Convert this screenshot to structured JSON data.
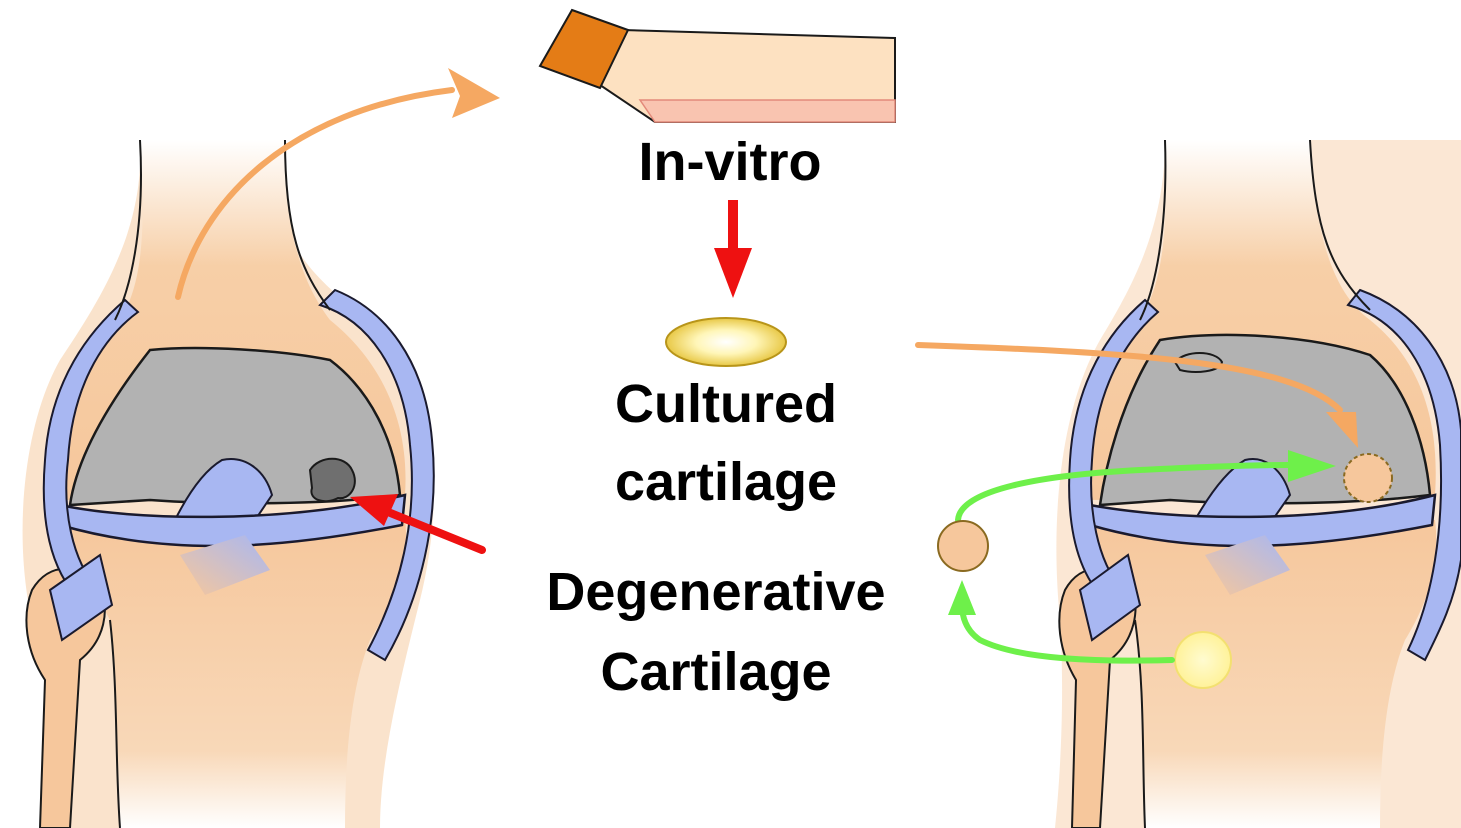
{
  "labels": {
    "in_vitro": "In-vitro",
    "cultured_line1": "Cultured",
    "cultured_line2": "cartilage",
    "degenerative_line1": "Degenerative",
    "degenerative_line2": "Cartilage"
  },
  "colors": {
    "skin": "#f8d4b0",
    "bone": "#f6c79c",
    "meniscus": "#a8b7f2",
    "meniscus_outline": "#1a1a2e",
    "femur_cartilage": "#b2b2b2",
    "defect": "#6f6f6f",
    "harvest_arrow": "#f5a862",
    "process_arrow": "#ee1111",
    "graft_arrow": "#6ef04a",
    "cell_disc": "#ecd35a",
    "tube_cap": "#e47c16"
  },
  "icons": [
    "culture-tube-icon",
    "cultured-disc-icon",
    "left-knee-icon",
    "right-knee-icon",
    "cell-sphere-icon",
    "patch-icon"
  ]
}
